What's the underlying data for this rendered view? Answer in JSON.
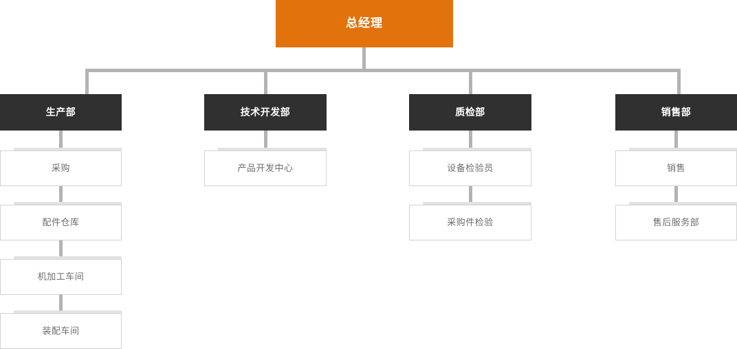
{
  "diagram": {
    "title_node": {
      "label": "总经理",
      "bg": "#e2720c",
      "fg": "#ffffff"
    },
    "colors": {
      "root_bg": "#e2720c",
      "dept_bg": "#303030",
      "leaf_bg": "#ffffff",
      "leaf_border": "#d2d2d2",
      "leaf_text": "#6d6d6d",
      "connector": "#b3b3b3",
      "cap": "#e2e2e2",
      "page_bg": "#ffffff"
    },
    "columns": [
      {
        "dept": "生产部",
        "children": [
          "采购",
          "配件仓库",
          "机加工车间",
          "装配车间"
        ]
      },
      {
        "dept": "技术开发部",
        "children": [
          "产品开发中心"
        ]
      },
      {
        "dept": "质检部",
        "children": [
          "设备检验员",
          "采购件检验"
        ]
      },
      {
        "dept": "销售部",
        "children": [
          "销售",
          "售后服务部"
        ]
      }
    ]
  }
}
